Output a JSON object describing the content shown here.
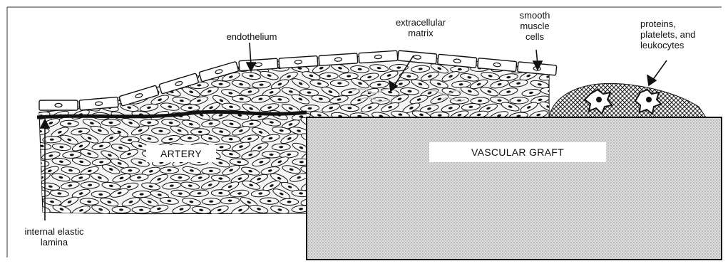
{
  "labels": {
    "endothelium": "endothelium",
    "extracellular_matrix": "extracellular\nmatrix",
    "smooth_muscle_cells": "smooth\nmuscle\ncells",
    "proteins": "proteins,\nplatelets, and\nleukocytes",
    "internal_elastic_lamina": "internal elastic\nlamina",
    "artery": "ARTERY",
    "vascular_graft": "VASCULAR GRAFT"
  },
  "colors": {
    "ink": "#111111",
    "background": "#ffffff",
    "graft_fill": "#d9d9d9"
  }
}
